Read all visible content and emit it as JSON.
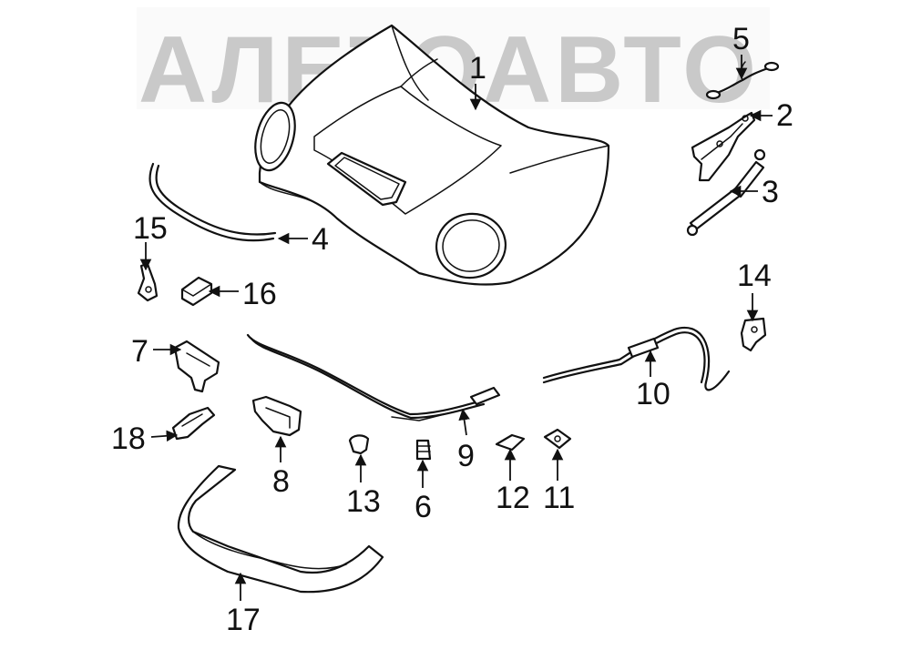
{
  "watermark": {
    "text": "АЛЕТОАВТО",
    "color": "#c9c9c9"
  },
  "callouts": {
    "c1": "1",
    "c2": "2",
    "c3": "3",
    "c4": "4",
    "c5": "5",
    "c6": "6",
    "c7": "7",
    "c8": "8",
    "c9": "9",
    "c10": "10",
    "c11": "11",
    "c12": "12",
    "c13": "13",
    "c14": "14",
    "c15": "15",
    "c16": "16",
    "c17": "17",
    "c18": "18"
  }
}
